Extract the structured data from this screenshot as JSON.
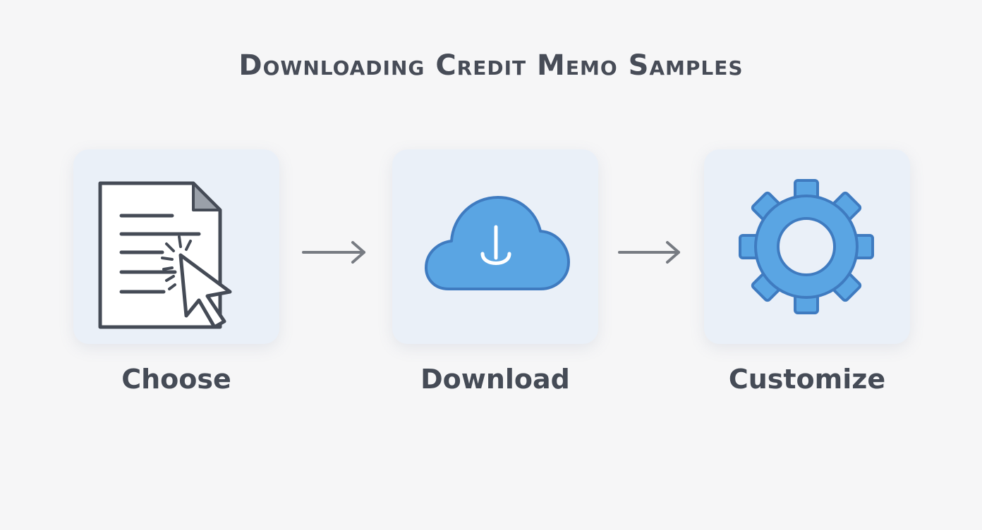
{
  "title": "Downloading Credit Memo Samples",
  "steps": [
    {
      "label": "Choose",
      "icon": "document-cursor-icon"
    },
    {
      "label": "Download",
      "icon": "cloud-download-icon"
    },
    {
      "label": "Customize",
      "icon": "gear-icon"
    }
  ],
  "connectors": [
    "arrow-right-icon",
    "arrow-right-icon"
  ],
  "colors": {
    "background": "#f6f6f7",
    "tile": "#eaf0f8",
    "accent": "#5aa5e3",
    "outline": "#3f7bc0",
    "text": "#454b56",
    "arrow": "#777b82"
  }
}
